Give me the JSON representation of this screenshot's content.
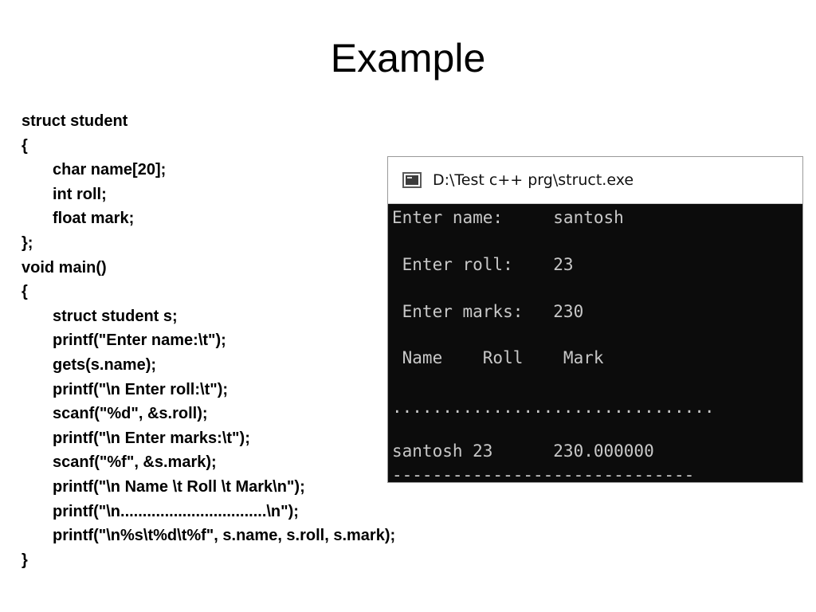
{
  "slide": {
    "title": "Example"
  },
  "code": [
    {
      "text": "struct student",
      "indent": false
    },
    {
      "text": "{",
      "indent": false
    },
    {
      "text": "char name[20];",
      "indent": true
    },
    {
      "text": "int roll;",
      "indent": true
    },
    {
      "text": "float mark;",
      "indent": true
    },
    {
      "text": "};",
      "indent": false
    },
    {
      "text": "void main()",
      "indent": false
    },
    {
      "text": "{",
      "indent": false
    },
    {
      "text": "struct student s;",
      "indent": true
    },
    {
      "text": "printf(\"Enter name:\\t\");",
      "indent": true
    },
    {
      "text": "gets(s.name);",
      "indent": true
    },
    {
      "text": "printf(\"\\n Enter roll:\\t\");",
      "indent": true
    },
    {
      "text": "scanf(\"%d\", &s.roll);",
      "indent": true
    },
    {
      "text": "printf(\"\\n Enter marks:\\t\");",
      "indent": true
    },
    {
      "text": "scanf(\"%f\", &s.mark);",
      "indent": true
    },
    {
      "text": "printf(\"\\n Name \\t Roll \\t Mark\\n\");",
      "indent": true
    },
    {
      "text": "printf(\"\\n.................................\\n\");",
      "indent": true
    },
    {
      "text": "printf(\"\\n%s\\t%d\\t%f\", s.name, s.roll, s.mark);",
      "indent": true
    },
    {
      "text": "}",
      "indent": false
    }
  ],
  "console": {
    "title": "D:\\Test c++ prg\\struct.exe",
    "icon": "console-app-icon",
    "lines": [
      "Enter name:     santosh",
      " Enter roll:    23",
      " Enter marks:   230",
      " Name    Roll    Mark",
      "................................",
      "santosh 23      230.000000",
      "------------------------------"
    ]
  }
}
